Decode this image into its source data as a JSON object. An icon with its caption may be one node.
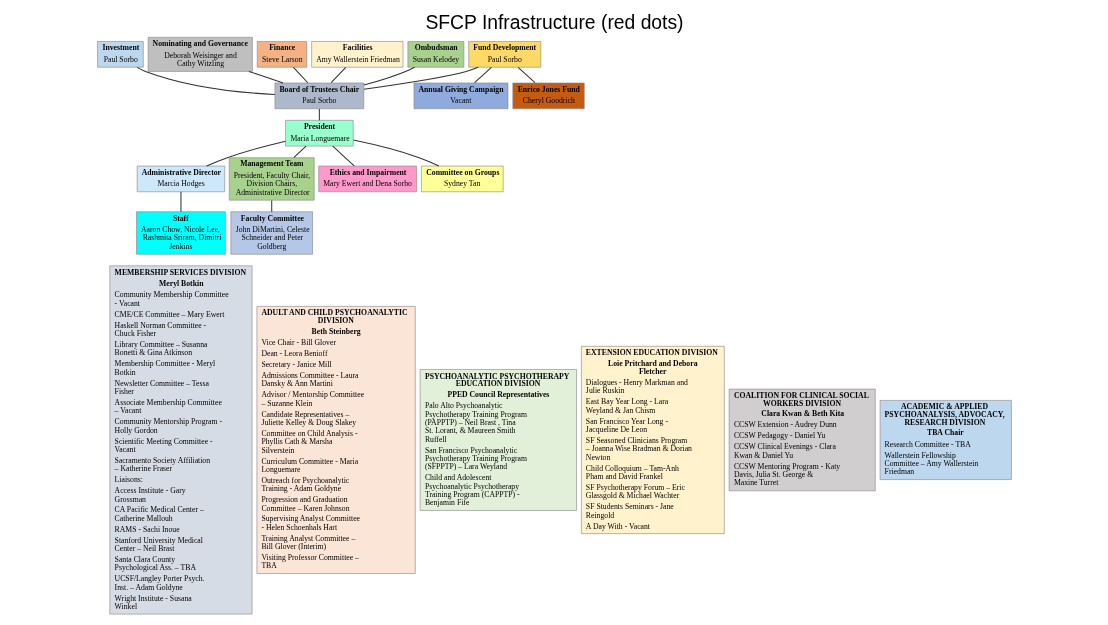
{
  "diagram": {
    "title": "SFCP Infrastructure (red dots)",
    "nodes": [
      {
        "text": [
          "Investment",
          "Paul Sorbo"
        ]
      },
      {
        "text": [
          "Nominating and Governance",
          "Deborah Weisinger and Cathy Witzling"
        ]
      },
      {
        "text": [
          "Finance",
          "Steve Larson"
        ]
      },
      {
        "text": [
          "Facilities",
          "Amy Wallerstein Friedman"
        ]
      },
      {
        "text": [
          "Ombudsman",
          "Susan Kelodey"
        ]
      },
      {
        "text": [
          "Fund Development",
          "Paul Sorbo"
        ]
      },
      {
        "text": [
          "Board of Trustees Chair",
          "Paul Sorbo"
        ]
      },
      {
        "text": [
          "President",
          "Maria Longuemare"
        ]
      },
      {
        "text": [
          "Administrative Director",
          "Marcia Hodges"
        ]
      },
      {
        "text": [
          "Staff",
          "Aaron Chow, Nicole Lee, Rashmita Sriram, Dimitri Jenkins"
        ]
      },
      {
        "text": [
          "Management Team",
          "President, Faculty Chair, Division Chairs, Administrative Director"
        ]
      },
      {
        "text": [
          "Faculty Committee",
          "John DiMartini, Celeste Schneider and Peter Goldberg"
        ]
      },
      {
        "text": [
          "Ethics and Impairment",
          "Mary Ewert and Dena Sorbo"
        ]
      },
      {
        "text": [
          "Committee on Groups",
          "Sydney Tan"
        ]
      },
      {
        "text": [
          "Annual Giving Campaign",
          "Vacant"
        ]
      },
      {
        "text": [
          "Enrico Jones Fund",
          "Cheryl Goodrich"
        ]
      },
      {
        "text": [
          "MEMBERSHIP SERVICES DIVISION",
          "Meryl Botkin",
          "Community Membership Committee - Vacant",
          "CME/CE Committee – Mary Ewert",
          "Haskell Norman Committee - Chuck Fisher",
          "Library Committee – Susanna Bonetti & Gina Atkinson",
          "Membership Committee - Meryl Botkin",
          "Newsletter Committee – Tessa Fisher",
          "Associate Membership Committee – Vacant",
          "Community Mentorship Program - Holly Gordon",
          "Scientific Meeting Committee - Vacant",
          "Sacramento Society Affiliation – Katherine Fraser",
          "Liaisons:",
          "Access Institute - Gary Grossman",
          "CA Pacific Medical Center – Catherine Mallouh",
          "RAMS - Sachi Inoue",
          "Stanford University Medical Center – Neil Brast",
          "Santa Clara County Psychological Ass. – TBA",
          "UCSF/Langley Porter Psych. Inst. – Adam Goldyne",
          "Wright Institute - Susana Winkel"
        ]
      },
      {
        "text": [
          "ADULT AND CHILD PSYCHOANALYTIC DIVISION",
          "Beth Steinberg",
          "Vice Chair - Bill Glover",
          "Dean - Leora Benioff",
          "Secretary - Janice Mill",
          "Admissions Committee - Laura Dansky & Ann Martini",
          "Advisor / Mentorship Committee – Suzanne Klein",
          "Candidate Representatives – Juliette Kelley & Doug Slakey",
          "Committee on Child Analysis - Phyllis Cath & Marsha Silverstein",
          "Curriculum Committee - Maria Longuemare",
          "Outreach for Psychoanalytic Training - Adam Goldyne",
          "Progression and Graduation Committee – Karen Johnson",
          "Supervising Analyst Committee - Helen Schoenhals Hart",
          "Training Analyst Committee – Bill Glover (Interim)",
          "Visiting Professor Committee – TBA"
        ]
      },
      {
        "text": [
          "PSYCHOANALYTIC PSYCHOTHERAPY EDUCATION DIVISION",
          "PPED Council Representatives",
          "Palo Alto Psychoanalytic Psychotherapy Training Program (PAPPTP) – Neil Brast , Tina St. Lorant, & Maureen Smith Ruffell",
          "San Francisco Psychoanalytic Psychotherapy Training Program (SFPPTP) – Lara Weyland",
          "Child and Adolescent Psychoanalytic Psychotherapy Training Program (CAPPTP) - Benjamin Fife"
        ]
      },
      {
        "text": [
          "EXTENSION EDUCATION DIVISION",
          "Loie Pritchard and Debora Fletcher",
          "Dialogues - Henry Markman and Julie Ruskin",
          "East Bay Year Long - Lara Weyland & Jan Chism",
          "San Francisco Year Long - Jacqueline De Leon",
          "SF Seasoned Clinicians Program – Joanna Wise Bradman & Dorian Newton",
          "Child Colloquium – Tam-Anh Pham and David Frankel",
          "SF Psychotherapy Forum – Eric Glassgold & Michael Wachter",
          "SF Students Seminars - Jane Reingold",
          "A Day With - Vacant"
        ]
      },
      {
        "text": [
          "COALITION FOR CLINICAL SOCIAL WORKERS DIVISION",
          "Clara Kwan & Beth Kita",
          "CCSW Extension - Audrey Dunn",
          "CCSW Pedagogy - Daniel Yu",
          "CCSW Clinical Evenings - Clara Kwan & Daniel Yu",
          "CCSW Mentoring Program - Katy Davis, Julia St. George & Maxine Turret"
        ]
      },
      {
        "text": [
          "ACADEMIC & APPLIED PSYCHOANALYSIS, ADVOCACY, RESEARCH DIVISION",
          "TBA Chair",
          "Research Committee - TBA",
          "Wallerstein Fellowship Committee – Amy Wallerstein Friedman"
        ]
      }
    ],
    "edges": [
      {
        "from": 0,
        "to": 6,
        "arrow": "none"
      },
      {
        "from": 1,
        "to": 6,
        "arrow": "none"
      },
      {
        "from": 2,
        "to": 6,
        "arrow": "none"
      },
      {
        "from": 3,
        "to": 6,
        "arrow": "none"
      },
      {
        "from": 4,
        "to": 6,
        "arrow": "none"
      },
      {
        "from": 5,
        "to": 6,
        "arrow": "none"
      },
      {
        "from": 6,
        "to": 7,
        "arrow": "none"
      },
      {
        "from": 7,
        "to": 8,
        "arrow": "none"
      },
      {
        "from": 8,
        "to": 9,
        "arrow": "none"
      },
      {
        "from": 7,
        "to": 10,
        "arrow": "none"
      },
      {
        "from": 10,
        "to": 11,
        "arrow": "none"
      },
      {
        "from": 7,
        "to": 12,
        "arrow": "none"
      },
      {
        "from": 7,
        "to": 13,
        "arrow": "none"
      },
      {
        "from": 5,
        "to": 14,
        "arrow": "none"
      },
      {
        "from": 5,
        "to": 15,
        "arrow": "none"
      }
    ]
  }
}
